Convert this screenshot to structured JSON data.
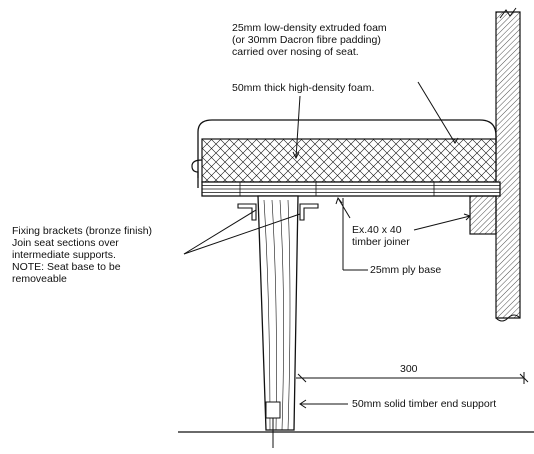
{
  "colors": {
    "ink": "#111111",
    "paper": "#ffffff"
  },
  "labels": {
    "low_density_foam": "25mm low-density extruded foam\n(or 30mm Dacron fibre padding)\ncarried over nosing of seat.",
    "high_density_foam": "50mm thick high-density foam.",
    "fixing_brackets": "Fixing brackets (bronze finish)\nJoin seat sections over\nintermediate supports.\nNOTE: Seat base to be\nremoveable",
    "timber_joiner": "Ex.40 x 40\ntimber joiner",
    "ply_base": "25mm ply base",
    "dimension_300": "300",
    "end_support": "50mm solid timber end support"
  }
}
